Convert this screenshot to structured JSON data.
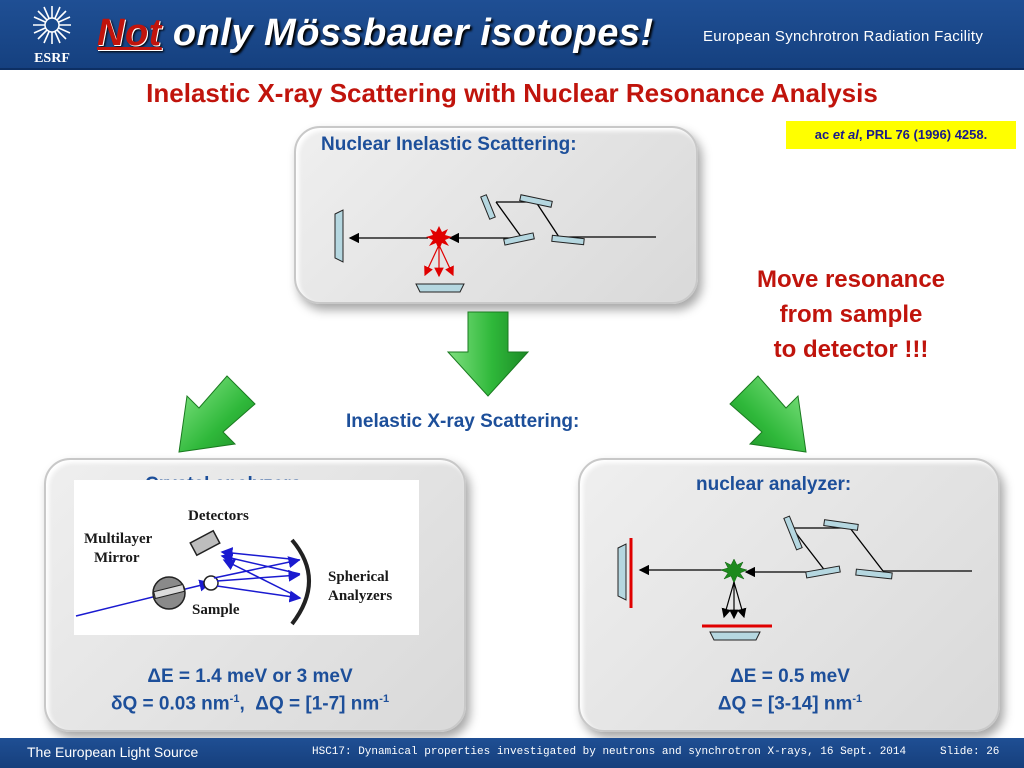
{
  "header": {
    "title_part1": "Not",
    "title_part2": " only  Mössbauer isotopes!",
    "organization": "European Synchrotron Radiation Facility",
    "logo_text": "ESRF"
  },
  "subtitle": "Inelastic  X-ray  Scattering  with  Nuclear  Resonance  Analysis",
  "reference": {
    "prefix": "ac ",
    "italic": "et al",
    "suffix": ", PRL 76 (1996) 4258."
  },
  "nis_panel": {
    "title": "Nuclear Inelastic Scattering:"
  },
  "callout": {
    "lines": [
      "Move  resonance",
      "from  sample",
      "to  detector !!!"
    ]
  },
  "ixs_label": "Inelastic  X-ray  Scattering:",
  "crystal_panel": {
    "title": "Crystal analyzers:",
    "figure_labels": {
      "detectors": "Detectors",
      "mirror_line1": "Multilayer",
      "mirror_line2": "Mirror",
      "sample": "Sample",
      "analyzer_line1": "Spherical",
      "analyzer_line2": "Analyzers"
    },
    "res1": {
      "symbol": "Δ",
      "text": "E = 1.4 meV  or  3 meV"
    },
    "res2": {
      "symbol1": "δ",
      "text1": "Q = 0.03 nm",
      "exp1": "-1",
      "text2": ",  ",
      "symbol2": "Δ",
      "text3": "Q = [1-7] nm",
      "exp2": "-1"
    }
  },
  "nuclear_panel": {
    "title": "nuclear analyzer:",
    "res1": {
      "symbol": "Δ",
      "text": "E = 0.5 meV"
    },
    "res2": {
      "symbol": "Δ",
      "text": "Q = [3-14] nm",
      "exp": "-1"
    }
  },
  "footer": {
    "left": "The European Light Source",
    "middle": "HSC17: Dynamical properties investigated by neutrons and synchrotron X-rays, 16 Sept. 2014",
    "slide": "Slide: 26"
  },
  "colors": {
    "header_blue": "#1a4a8c",
    "accent_red": "#c0140c",
    "text_blue": "#1d4f9a",
    "arrow_green": "#2fb83a",
    "reference_yellow": "#ffff00"
  }
}
